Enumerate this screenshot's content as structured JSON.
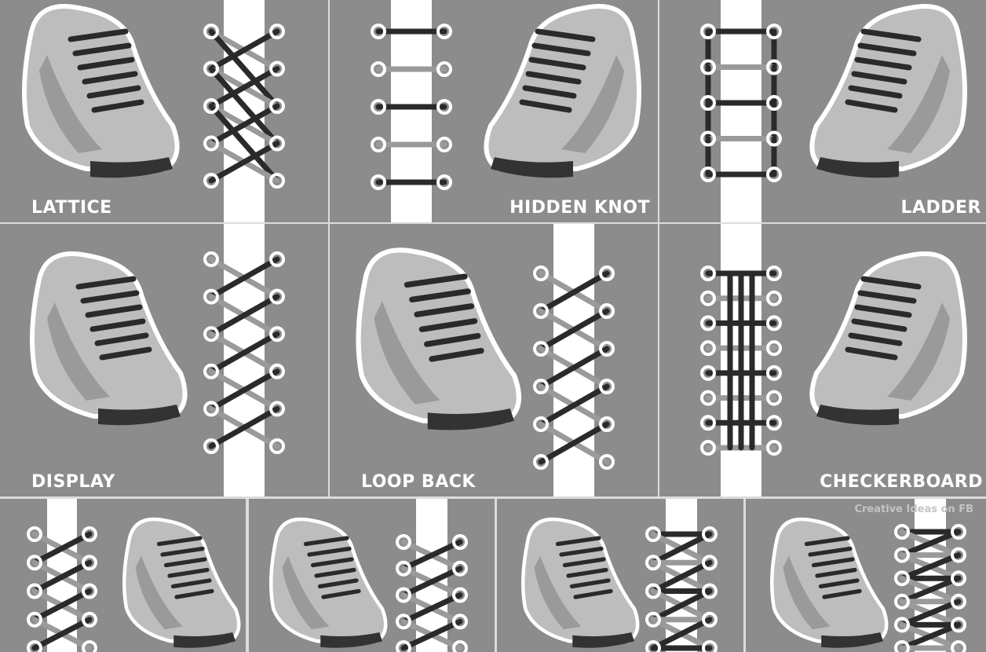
{
  "title": "Shoe Lacing Styles",
  "styles": [
    {
      "name": "LATTICE",
      "pattern": "lattice"
    },
    {
      "name": "HIDDEN KNOT",
      "pattern": "hidden"
    },
    {
      "name": "LADDER",
      "pattern": "ladder"
    },
    {
      "name": "DISPLAY",
      "pattern": "criss"
    },
    {
      "name": "LOOP BACK",
      "pattern": "criss"
    },
    {
      "name": "CHECKERBOARD",
      "pattern": "checker"
    },
    {
      "name": "",
      "pattern": "criss"
    },
    {
      "name": "",
      "pattern": "criss"
    },
    {
      "name": "",
      "pattern": "bar"
    },
    {
      "name": "",
      "pattern": "bar"
    }
  ],
  "credit": "Creative Ideas on FB",
  "colors": {
    "background": "#8c8c8c",
    "strip": "#ffffff",
    "lace_dark": "#2a2a2a",
    "lace_light": "#9a9a9a",
    "shoe": "#bdbdbd"
  }
}
